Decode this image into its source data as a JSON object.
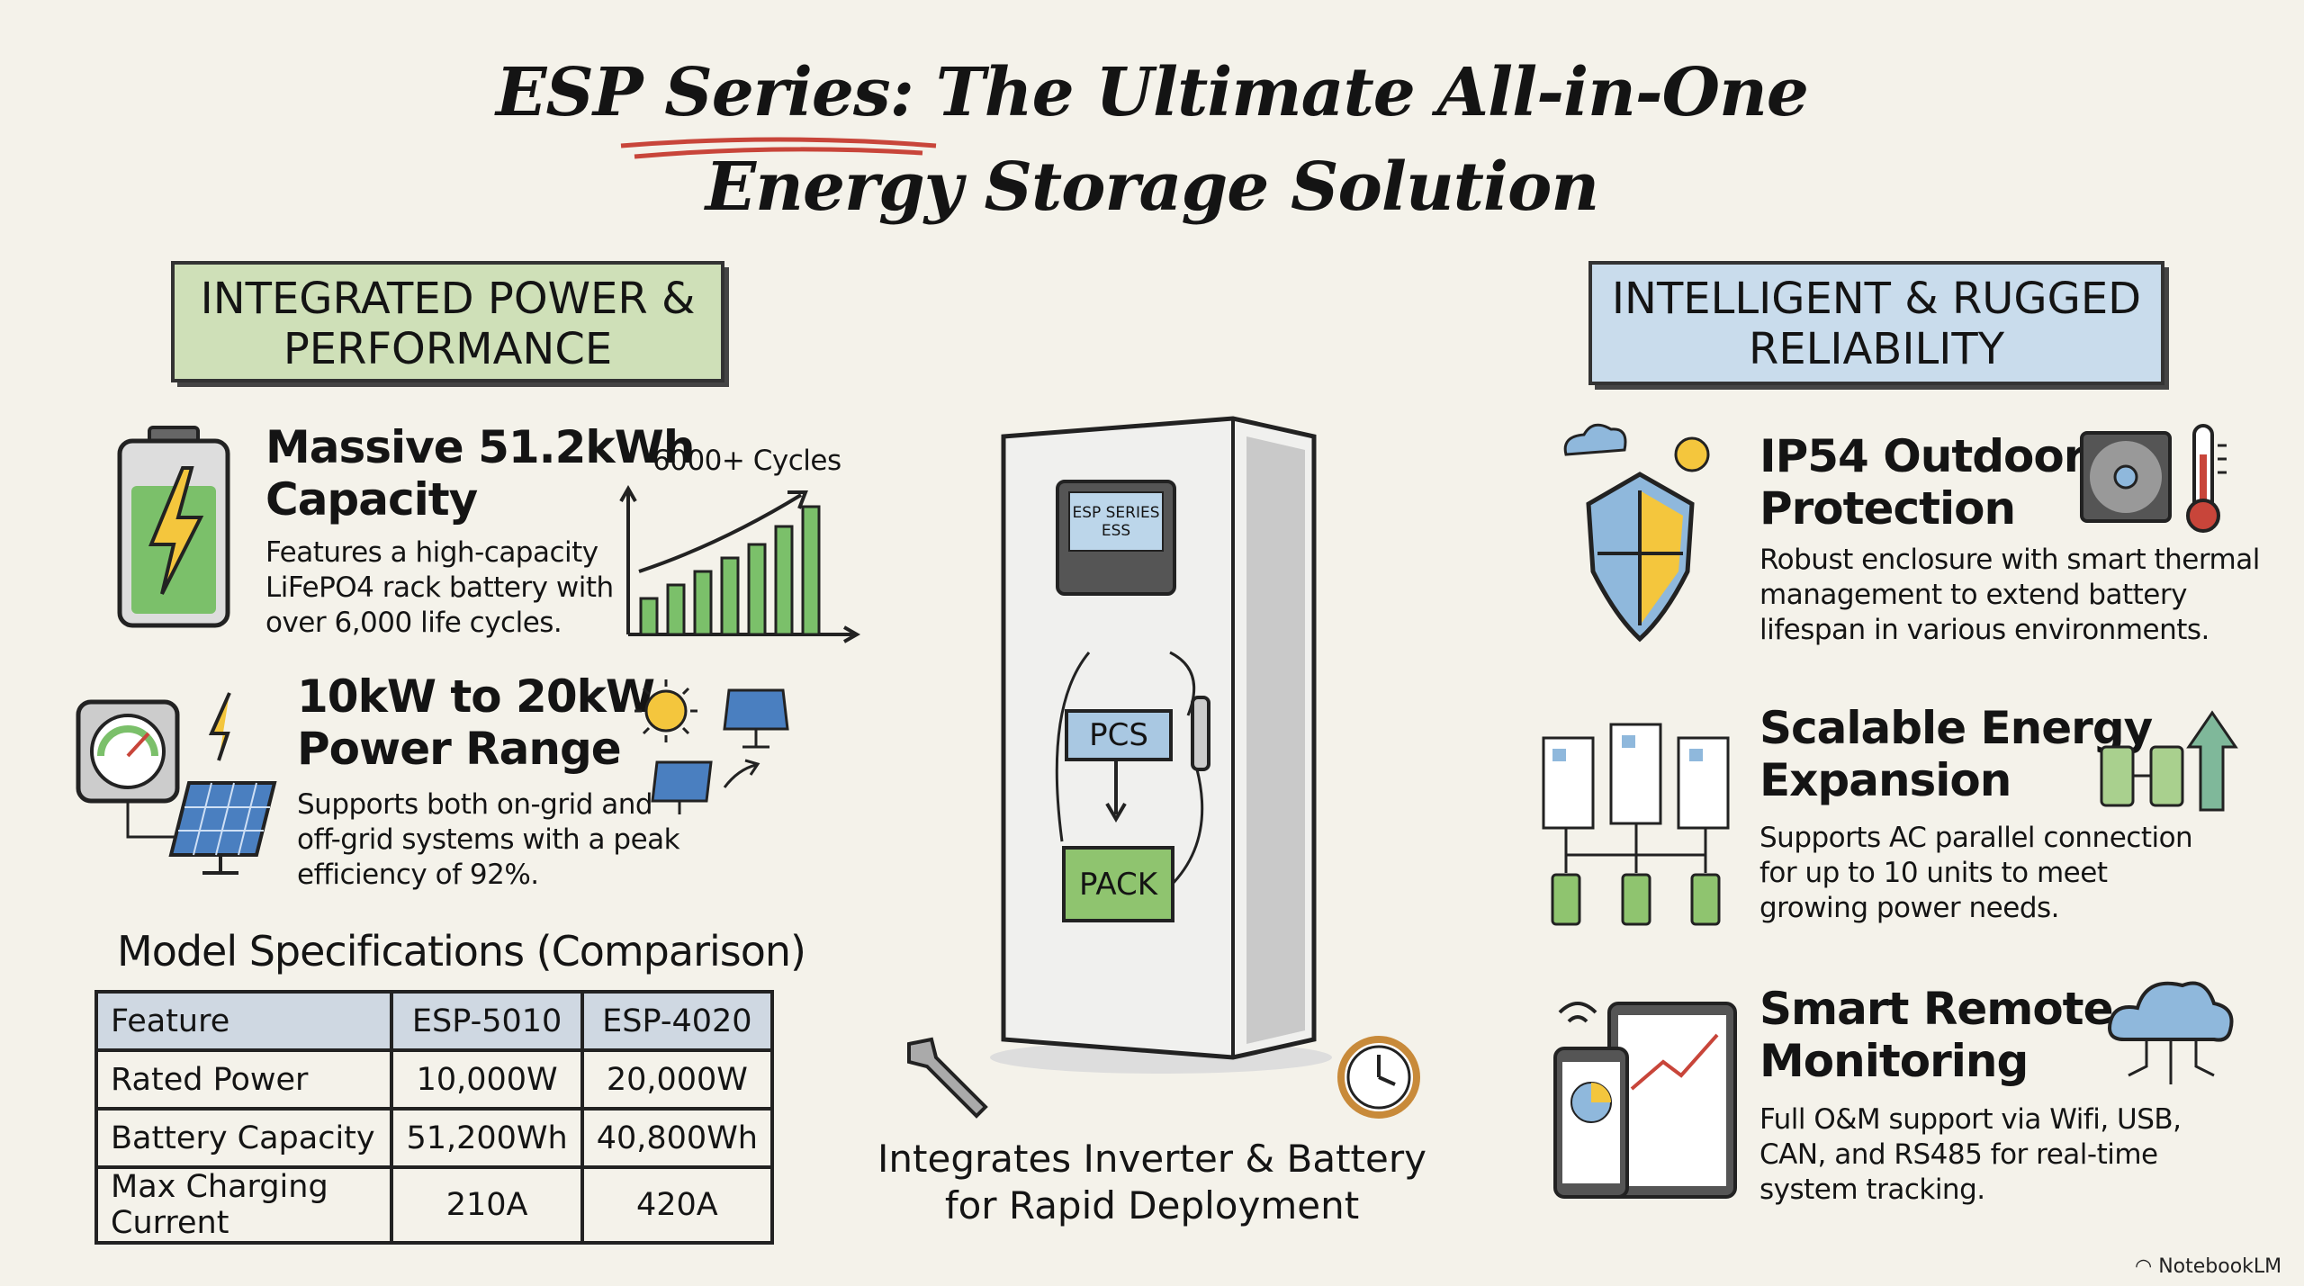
{
  "title": {
    "line1": "ESP Series: The Ultimate All-in-One",
    "line2": "Energy Storage Solution"
  },
  "left": {
    "header": {
      "line1": "INTEGRATED POWER &",
      "line2": "PERFORMANCE"
    },
    "features": [
      {
        "title_l1": "Massive 51.2kWh",
        "title_l2": "Capacity",
        "desc": [
          "Features a high-capacity",
          "LiFePO4 rack battery with",
          "over 6,000 life cycles."
        ],
        "chart_label": "6000+ Cycles"
      },
      {
        "title_l1": "10kW to 20kW",
        "title_l2": "Power Range",
        "desc": [
          "Supports both on-grid and",
          "off-grid systems with a peak",
          "efficiency of 92%."
        ]
      }
    ],
    "specs": {
      "title": "Model Specifications (Comparison)",
      "header": [
        "Feature",
        "ESP-5010",
        "ESP-4020"
      ],
      "rows": [
        [
          "Rated Power",
          "10,000W",
          "20,000W"
        ],
        [
          "Battery Capacity",
          "51,200Wh",
          "40,800Wh"
        ],
        [
          "Max Charging Current",
          "210A",
          "420A"
        ]
      ]
    }
  },
  "center": {
    "screen_l1": "ESP SERIES",
    "screen_l2": "ESS",
    "pcs": "PCS",
    "pack": "PACK",
    "caption_l1": "Integrates Inverter & Battery",
    "caption_l2": "for Rapid Deployment"
  },
  "right": {
    "header": {
      "line1": "INTELLIGENT & RUGGED",
      "line2": "RELIABILITY"
    },
    "features": [
      {
        "title_l1": "IP54 Outdoor",
        "title_l2": "Protection",
        "desc": [
          "Robust enclosure with smart thermal",
          "management to extend battery",
          "lifespan in various environments."
        ]
      },
      {
        "title_l1": "Scalable Energy",
        "title_l2": "Expansion",
        "desc": [
          "Supports AC parallel connection",
          "for up to 10 units to meet",
          "growing power needs."
        ]
      },
      {
        "title_l1": "Smart Remote",
        "title_l2": "Monitoring",
        "desc": [
          "Full O&M support via Wifi, USB,",
          "CAN, and RS485 for real-time",
          "system tracking."
        ]
      }
    ]
  },
  "footer": {
    "brand": "NotebookLM"
  },
  "colors": {
    "green": "#cfe0b8",
    "blue": "#c9dcec",
    "battery_green": "#7bc06a",
    "yellow": "#f4c63d",
    "red_underline": "#c8453a"
  }
}
